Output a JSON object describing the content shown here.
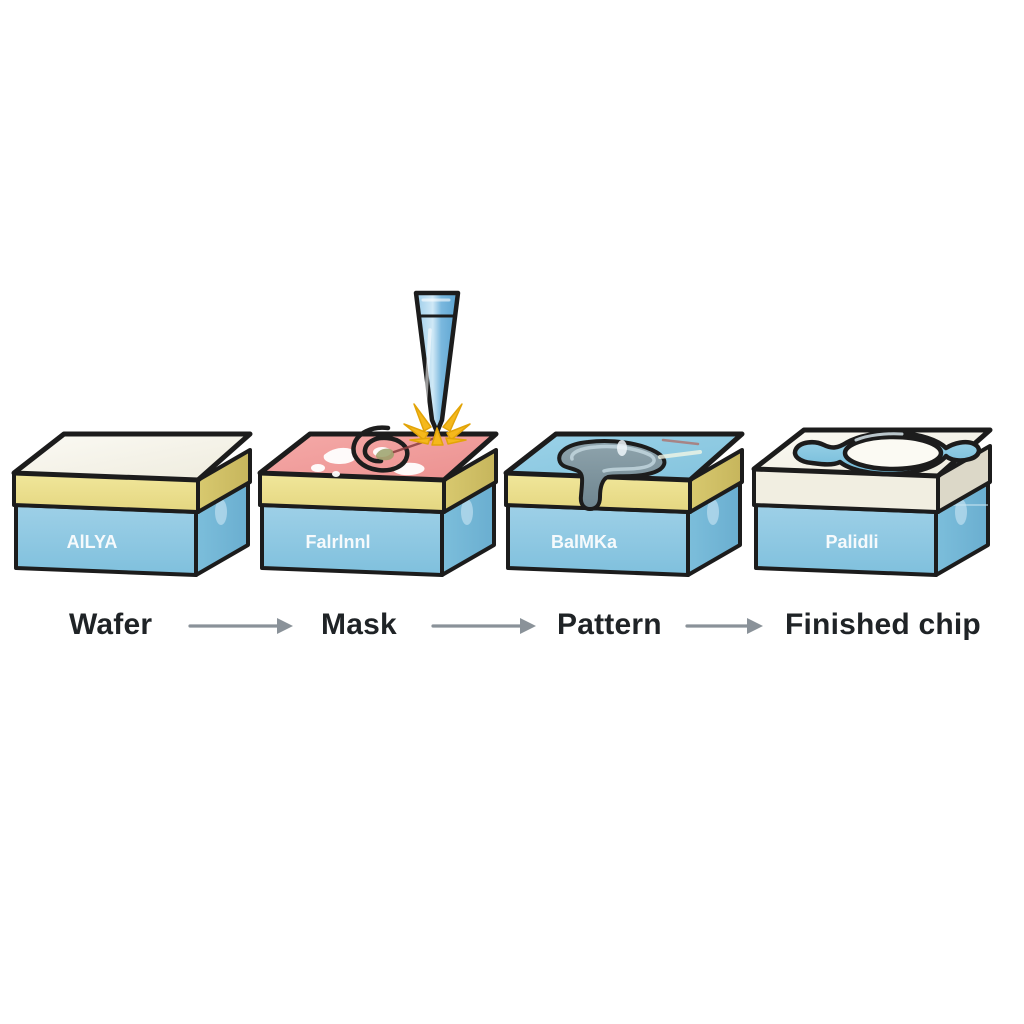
{
  "diagram": {
    "title_visible": false,
    "background_color": "#ffffff",
    "type": "process-flow",
    "stage_count": 4
  },
  "palette": {
    "outline": "#1c1c1c",
    "wafer_top_cream": "#f4f2e8",
    "mask_top_pink": "#f19a9a",
    "pattern_top_blue": "#8fcbe3",
    "chip_top_cream": "#f7f5ec",
    "resist_yellow": "#ebdf8c",
    "resist_yellow_side": "#d2c268",
    "substrate_blue": "#87c5e0",
    "substrate_blue_side": "#69b2d4",
    "etch_gray": "#7e939d",
    "circuit_blue": "#86c8e0",
    "arrow_gray": "#8a9299",
    "label_text": "#1f2326",
    "spark_yellow": "#f5b81c",
    "tool_blue": "#74b9e0",
    "base_text_white": "#ffffff"
  },
  "stages": [
    {
      "id": "stage-wafer",
      "label": "Wafer",
      "top_face_color": "#f4f2e8",
      "has_resist_layer": true,
      "has_tool": false,
      "base_glyph_text": "AlLYA",
      "surface_feature": "blank-polished-surface"
    },
    {
      "id": "stage-mask",
      "label": "Mask",
      "top_face_color": "#f19a9a",
      "has_resist_layer": true,
      "has_tool": true,
      "base_glyph_text": "Falrlnnl",
      "surface_feature": "spiral-exposure-trace"
    },
    {
      "id": "stage-pattern",
      "label": "Pattern",
      "top_face_color": "#8fcbe3",
      "has_resist_layer": true,
      "has_tool": false,
      "base_glyph_text": "BalMKa",
      "surface_feature": "etched-trench-blob"
    },
    {
      "id": "stage-finished-chip",
      "label": "Finished chip",
      "top_face_color": "#f7f5ec",
      "has_resist_layer": false,
      "has_tool": false,
      "base_glyph_text": "Palidli",
      "surface_feature": "ring-circuit-pattern"
    }
  ],
  "arrows": [
    {
      "id": "arrow-wafer-to-mask",
      "from": "Wafer",
      "to": "Mask"
    },
    {
      "id": "arrow-mask-to-pattern",
      "from": "Mask",
      "to": "Pattern"
    },
    {
      "id": "arrow-pattern-to-chip",
      "from": "Pattern",
      "to": "Finished chip"
    }
  ],
  "tool": {
    "name": "laser-stylus",
    "body_color": "#74b9e0",
    "spark_color": "#f5b81c",
    "points_at_stage": "Mask"
  }
}
